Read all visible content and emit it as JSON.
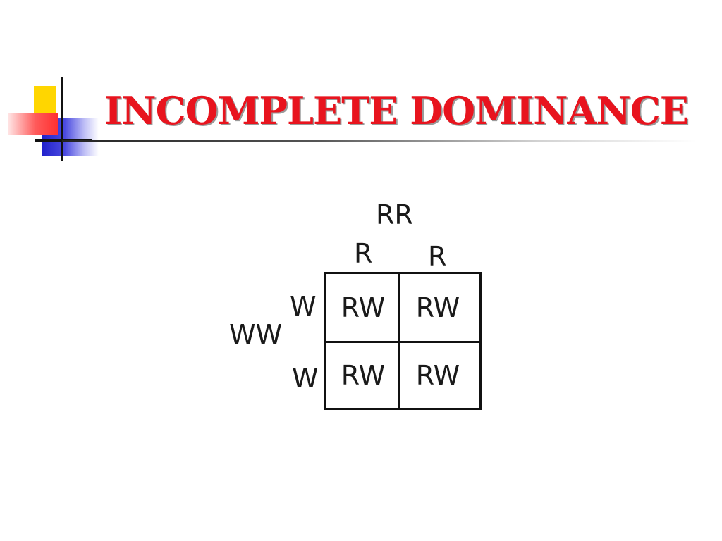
{
  "slide": {
    "title": "INCOMPLETE DOMINANCE",
    "title_color": "#e8141e"
  },
  "punnett": {
    "top_parent": "RR",
    "top_alleles": [
      "R",
      "R"
    ],
    "left_parent": "WW",
    "left_alleles": [
      "W",
      "W"
    ],
    "cells": [
      [
        "RW",
        "RW"
      ],
      [
        "RW",
        "RW"
      ]
    ]
  }
}
